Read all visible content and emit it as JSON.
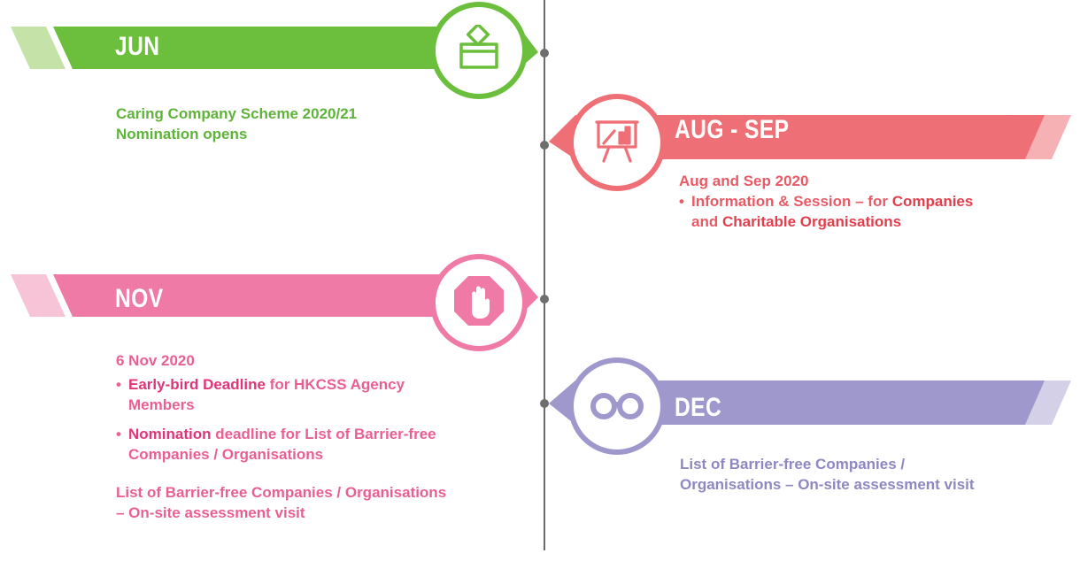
{
  "colors": {
    "jun": "#6cbf3c",
    "jun_light": "#c5e3a8",
    "aug": "#ef6f77",
    "aug_light": "#f6b1b5",
    "aug_text": "#e85a66",
    "nov": "#f07aa6",
    "nov_light": "#f7c3d6",
    "nov_text": "#ea5f93",
    "dec": "#9f98cc",
    "dec_light": "#d3d0e8",
    "dec_text": "#8e87c2",
    "axis": "#6b6b6b"
  },
  "jun": {
    "month": "JUN",
    "icon": "ballot-box-icon",
    "line1": "Caring Company Scheme 2020/21",
    "line2": "Nomination opens"
  },
  "aug": {
    "month": "AUG - SEP",
    "icon": "presentation-board-icon",
    "date": "Aug and Sep 2020",
    "bullet_pre": "Information & Session – for ",
    "hl1": "Companies",
    "mid": "and ",
    "hl2": "Charitable Organisations"
  },
  "nov": {
    "month": "NOV",
    "icon": "stop-hand-icon",
    "date": "6 Nov 2020",
    "b1_hl": "Early-bird Deadline",
    "b1_rest": " for HKCSS Agency",
    "b1_line2": "Members",
    "b2_hl": "Nomination",
    "b2_rest": " deadline for List of Barrier-free",
    "b2_line2": "Companies / Organisations",
    "extra1": "List of Barrier-free Companies / Organisations",
    "extra2": "– On-site assessment visit"
  },
  "dec": {
    "month": "DEC",
    "icon": "binoculars-icon",
    "line1": "List of Barrier-free Companies /",
    "line2": "Organisations – On-site assessment visit"
  }
}
